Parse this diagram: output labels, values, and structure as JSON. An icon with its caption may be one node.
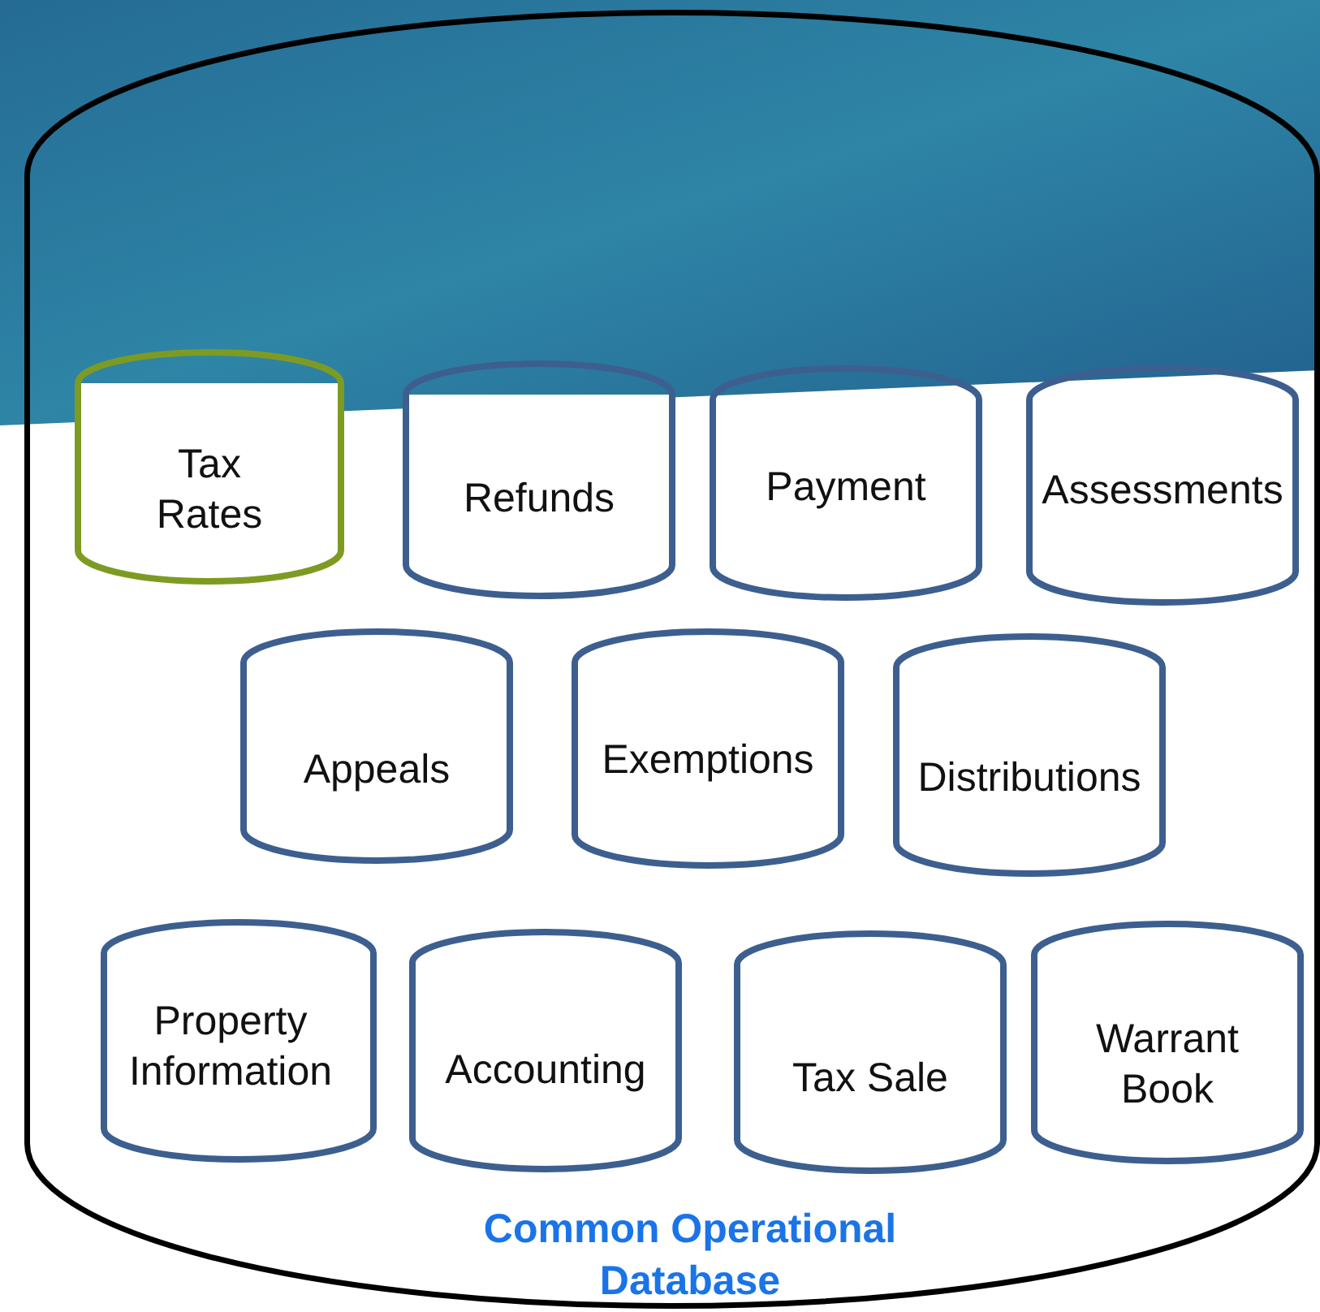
{
  "diagram": {
    "nodes": [
      {
        "text": [
          "Common Operational Database"
        ]
      },
      {
        "text": [
          "Tax Rates"
        ],
        "in": 0
      },
      {
        "text": [
          "Refunds"
        ],
        "in": 0
      },
      {
        "text": [
          "Payment"
        ],
        "in": 0
      },
      {
        "text": [
          "Assessments"
        ],
        "in": 0
      },
      {
        "text": [
          "Appeals"
        ],
        "in": 0
      },
      {
        "text": [
          "Exemptions"
        ],
        "in": 0
      },
      {
        "text": [
          "Distributions"
        ],
        "in": 0
      },
      {
        "text": [
          "Property Information"
        ],
        "in": 0
      },
      {
        "text": [
          "Accounting"
        ],
        "in": 0
      },
      {
        "text": [
          "Tax Sale"
        ],
        "in": 0
      },
      {
        "text": [
          "Warrant Book"
        ],
        "in": 0
      }
    ]
  }
}
